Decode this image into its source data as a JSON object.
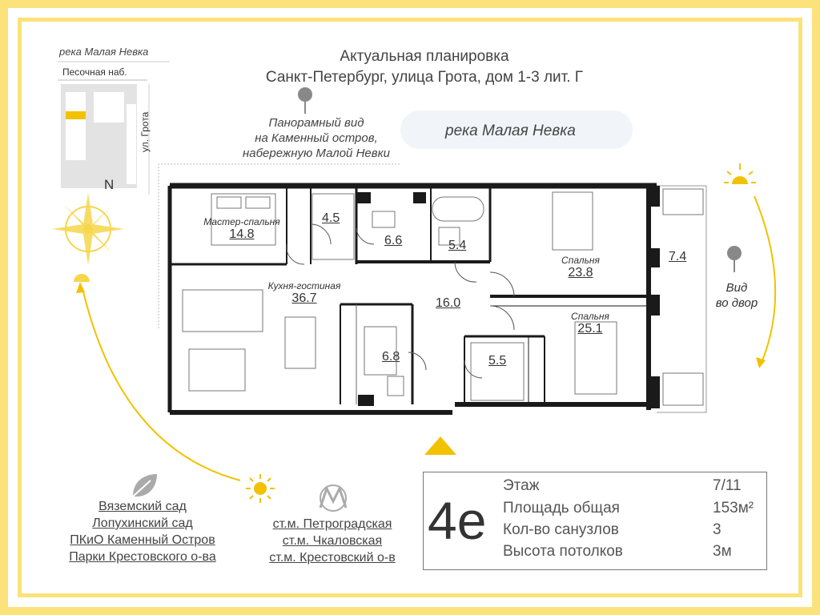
{
  "header": {
    "title_line1": "Актуальная планировка",
    "title_line2": "Санкт-Петербург, улица Грота, дом 1-3 лит. Г"
  },
  "map": {
    "river": "река  Малая Невка",
    "embankment": "Песочная наб.",
    "street": "ул. Грота",
    "north": "N"
  },
  "views": {
    "panorama_line1": "Панорамный вид",
    "panorama_line2": "на Каменный остров,",
    "panorama_line3": "набережную Малой Невки",
    "river_label": "река  Малая Невка",
    "yard_line1": "Вид",
    "yard_line2": "во двор"
  },
  "rooms": {
    "master_label": "Мастер-спальня",
    "master_area": "14.8",
    "closet1_area": "4.5",
    "bath1_area": "6.6",
    "bath2_area": "5.4",
    "bed1_label": "Спальня",
    "bed1_area": "23.8",
    "balcony_area": "7.4",
    "kitchen_label": "Кухня-гостиная",
    "kitchen_area": "36.7",
    "hall_area": "16.0",
    "bath3_area": "6.8",
    "closet2_area": "5.5",
    "bed2_label": "Спальня",
    "bed2_area": "25.1"
  },
  "parks": [
    "Вяземский сад",
    "Лопухинский сад",
    "ПКиО Каменный Остров",
    "Парки Крестовского о-ва"
  ],
  "metro": [
    "ст.м. Петроградская",
    "ст.м. Чкаловская",
    "ст.м. Крестовский о-в"
  ],
  "info": {
    "rooms_code": "4е",
    "floor_label": "Этаж",
    "floor_value": "7/11",
    "area_label": "Площадь общая",
    "area_value": "153м²",
    "bathrooms_label": "Кол-во санузлов",
    "bathrooms_value": "3",
    "height_label": "Высота потолков",
    "height_value": "3м"
  },
  "colors": {
    "frame": "#fbe27a",
    "accent": "#f2c200",
    "wall": "#1a1a1a"
  }
}
